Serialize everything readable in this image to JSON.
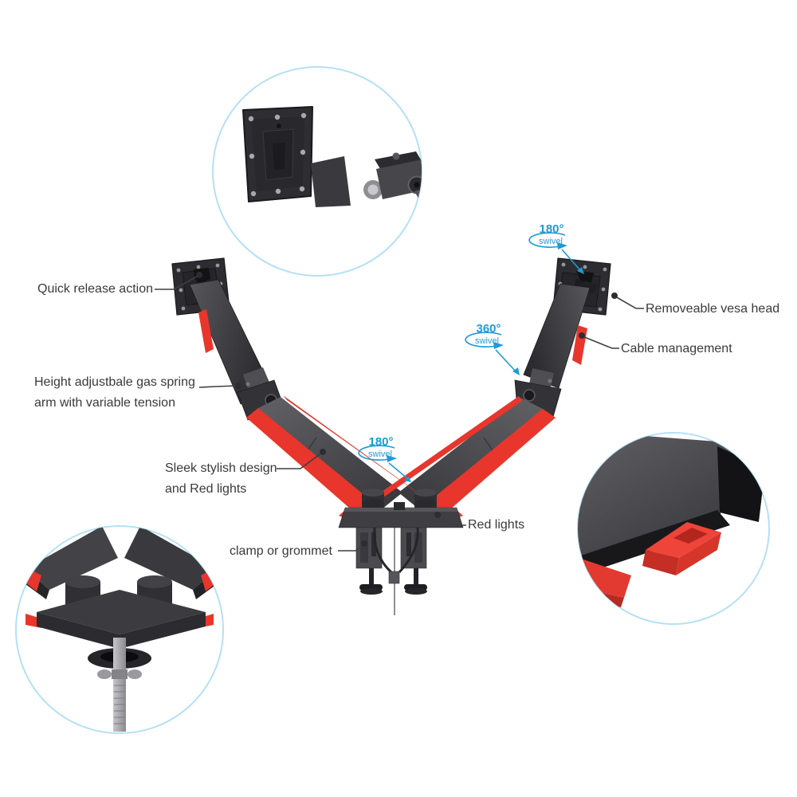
{
  "colors": {
    "red_accent": "#e8362c",
    "annotation_blue": "#1e9bd7",
    "circle_stroke": "#b5e0f5",
    "label_text": "#3a3a3a"
  },
  "labels": {
    "quick_release": "Quick release action",
    "gas_spring_line1": "Height adjustbale gas spring",
    "gas_spring_line2": "arm with variable tension",
    "sleek_line1": "Sleek stylish design",
    "sleek_line2": "and Red lights",
    "clamp_or_grommet": "clamp or grommet",
    "red_lights": "Red lights",
    "removable_vesa_head": "Removeable vesa head",
    "cable_management": "Cable management"
  },
  "annotations": {
    "top_right_swivel": {
      "degrees": "180°",
      "label": "swivel"
    },
    "middle_swivel": {
      "degrees": "360°",
      "label": "swivel"
    },
    "center_swivel": {
      "degrees": "180°",
      "label": "swivel"
    }
  }
}
